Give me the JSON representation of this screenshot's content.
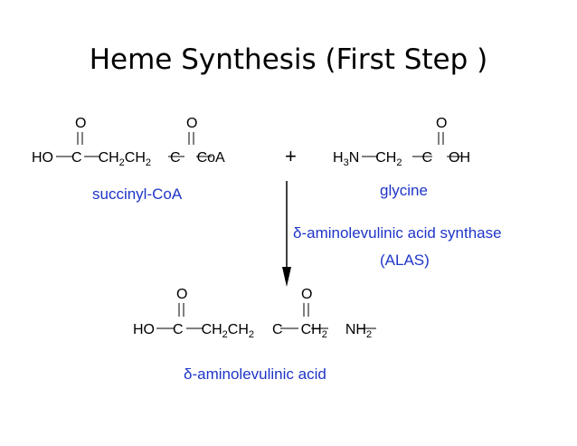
{
  "title": "Heme Synthesis (First Step )",
  "colors": {
    "caption": "#1f35c8",
    "formula": "#000000"
  },
  "succinyl_coa": {
    "name": "succinyl-CoA",
    "formula_parts": [
      "HO",
      "C",
      "CH",
      "2",
      "CH",
      "2",
      "C",
      "CoA"
    ],
    "oxygen": "O"
  },
  "plus": "+",
  "glycine": {
    "name": "glycine",
    "formula_parts": [
      "H",
      "3",
      "N",
      "CH",
      "2",
      "C",
      "OH"
    ],
    "oxygen": "O"
  },
  "enzyme": {
    "name": "δ-aminolevulinic acid synthase",
    "abbrev": "(ALAS)"
  },
  "product": {
    "name": "δ-aminolevulinic acid",
    "formula_parts": [
      "HO",
      "C",
      "CH",
      "2",
      "CH",
      "2",
      "C",
      "CH",
      "2",
      "NH",
      "2"
    ],
    "oxygen": "O"
  }
}
